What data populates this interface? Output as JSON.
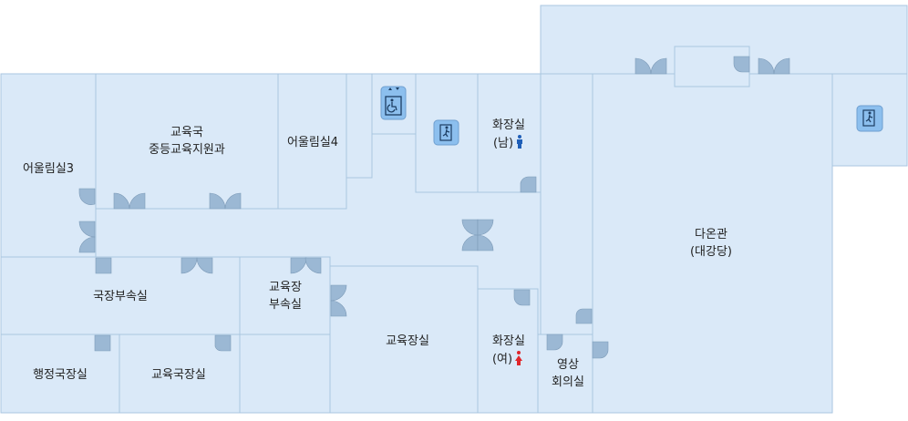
{
  "rooms": {
    "eoulrim3": "어울림실3",
    "edu_office_line1": "교육국",
    "edu_office_line2": "중등교육지원과",
    "eoulrim4": "어울림실4",
    "restroom_m_line1": "화장실",
    "restroom_m_line2": "(남)",
    "daongwan_line1": "다온관",
    "daongwan_line2": "(대강당)",
    "director_office": "국장부속실",
    "edu_head_annex_line1": "교육장",
    "edu_head_annex_line2": "부속실",
    "edu_head_room": "교육장실",
    "restroom_f_line1": "화장실",
    "restroom_f_line2": "(여)",
    "video_conf_line1": "영상",
    "video_conf_line2": "회의실",
    "admin_director": "행정국장실",
    "edu_director": "교육국장실"
  },
  "icons": {
    "elevator": "elevator-accessible-icon",
    "exit_left": "emergency-exit-icon",
    "exit_right": "emergency-exit-icon",
    "male": "male-person-icon",
    "female": "female-person-icon"
  },
  "colors": {
    "room_fill": "#dae9f8",
    "wall": "#a9c6e0",
    "door": "#9bb8d4",
    "male": "#1f5fb8",
    "female": "#e0262b"
  }
}
